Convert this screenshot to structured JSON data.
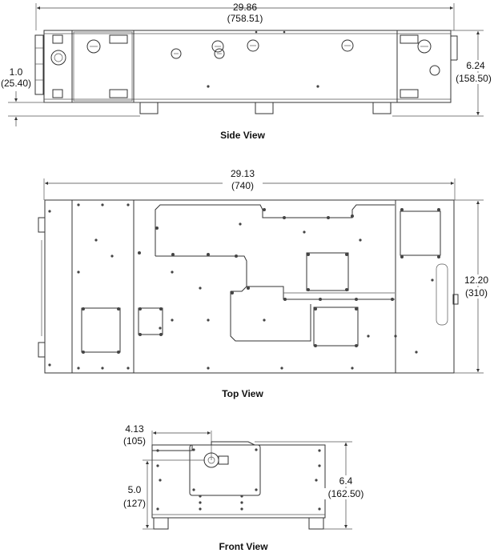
{
  "views": {
    "side": {
      "caption": "Side View",
      "width_in": "29.86",
      "width_mm": "(758.51)",
      "height_in": "6.24",
      "height_mm": "(158.50)",
      "offset_in": "1.0",
      "offset_mm": "(25.40)"
    },
    "top": {
      "caption": "Top View",
      "width_in": "29.13",
      "width_mm": "(740)",
      "depth_in": "12.20",
      "depth_mm": "(310)"
    },
    "front": {
      "caption": "Front View",
      "offset_in": "4.13",
      "offset_mm": "(105)",
      "height_low_in": "5.0",
      "height_low_mm": "(127)",
      "height_in": "6.4",
      "height_mm": "(162.50)"
    }
  }
}
